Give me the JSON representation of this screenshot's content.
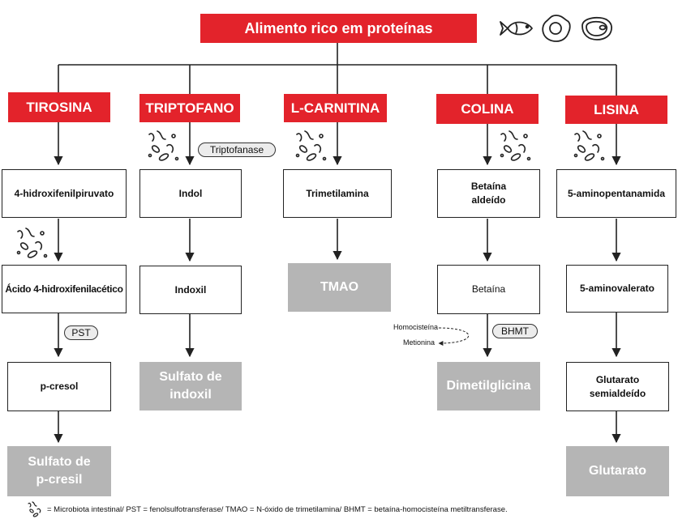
{
  "title": "Alimento rico em proteínas",
  "pathways": {
    "tirosina": {
      "label": "TIROSINA",
      "step1": "4-hidroxifenilpiruvato",
      "step2": "Ácido 4-hidroxifenilacético",
      "enzyme": "PST",
      "step3": "p-cresol",
      "final": "Sulfato de\np-cresil"
    },
    "triptofano": {
      "label": "TRIPTOFANO",
      "enzyme": "Triptofanase",
      "step1": "Indol",
      "step2": "Indoxil",
      "final": "Sulfato de\nindoxil"
    },
    "lcarnitina": {
      "label": "L-CARNITINA",
      "step1": "Trimetilamina",
      "final": "TMAO"
    },
    "colina": {
      "label": "COLINA",
      "step1": "Betaína\naldeído",
      "step2": "Betaína",
      "enzyme": "BHMT",
      "homocisteina": "Homocisteína",
      "metionina": "Metionina",
      "final": "Dimetilglicina"
    },
    "lisina": {
      "label": "LISINA",
      "step1": "5-aminopentanamida",
      "step2": "5-aminovalerato",
      "step3": "Glutarato\nsemialdeído",
      "final": "Glutarato"
    }
  },
  "footnote": "= Microbiota intestinal/ PST = fenolsulfotransferase/ TMAO = N-óxido de trimetilamina/ BHMT = betaína-homocisteína metiltransferase.",
  "colors": {
    "accent": "#e3232b",
    "final_box": "#b5b5b5"
  },
  "icons": [
    "fish-icon",
    "egg-icon",
    "meat-icon",
    "microbiota-icon"
  ]
}
